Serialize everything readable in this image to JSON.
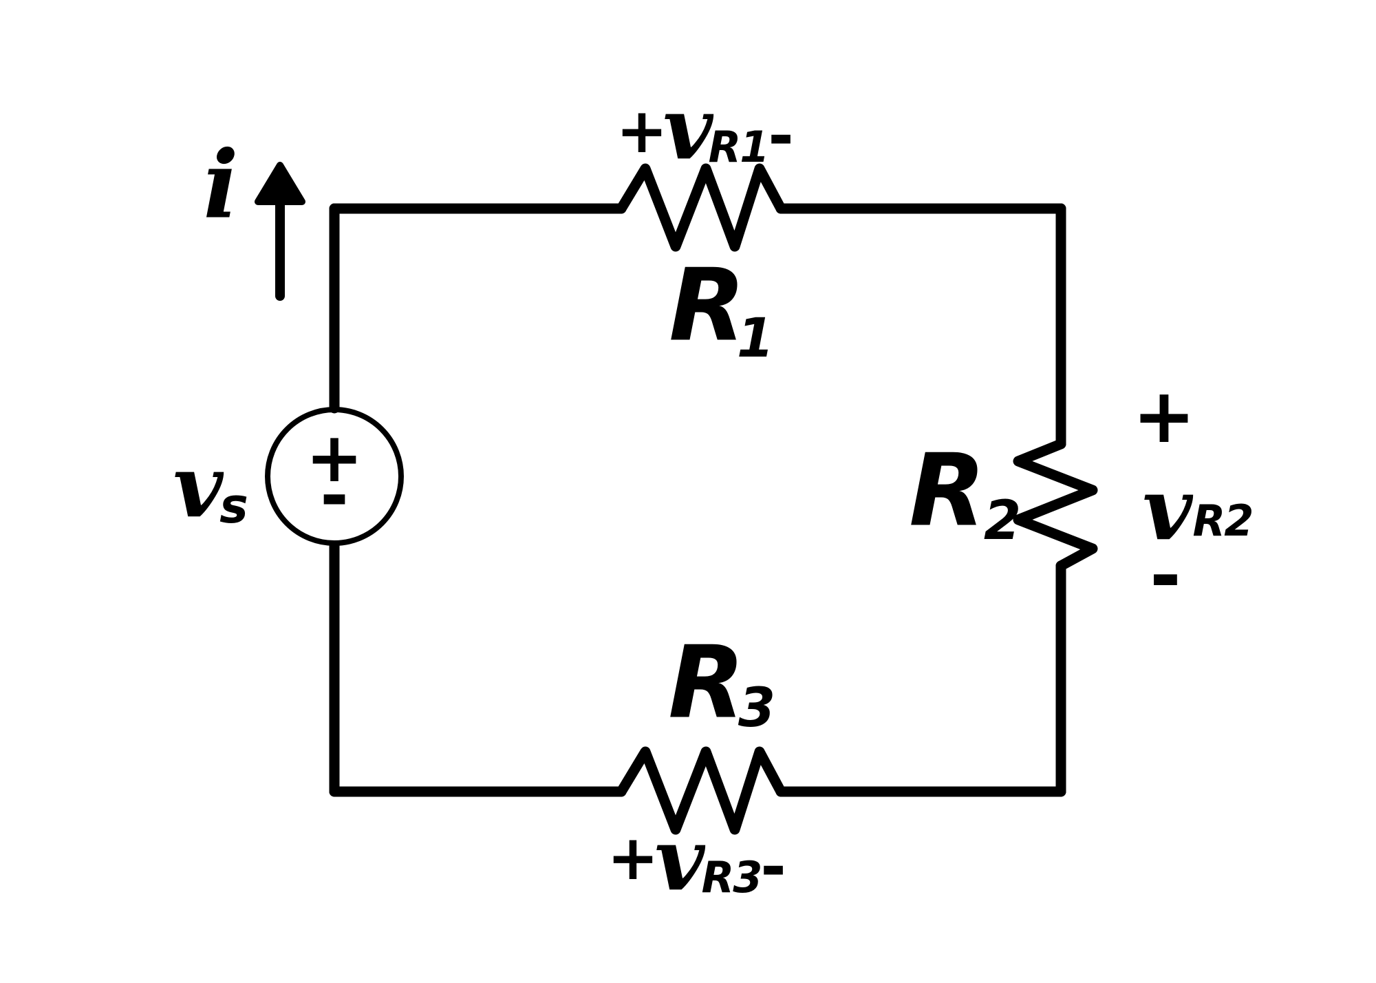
{
  "diagram_type": "series-resistive-circuit",
  "colors": {
    "ink": "#000000",
    "background": "#ffffff"
  },
  "current": {
    "symbol": "i"
  },
  "source": {
    "symbol": "v",
    "subscript": "s",
    "plus": "+",
    "minus": "-"
  },
  "resistors": [
    {
      "name": "R",
      "name_sub": "1",
      "v_plus": "+",
      "v_symbol": "v",
      "v_sub": "R1",
      "v_minus": "-"
    },
    {
      "name": "R",
      "name_sub": "2",
      "v_plus": "+",
      "v_symbol": "v",
      "v_sub": "R2",
      "v_minus": "-"
    },
    {
      "name": "R",
      "name_sub": "3",
      "v_plus": "+",
      "v_symbol": "v",
      "v_sub": "R3",
      "v_minus": "-"
    }
  ]
}
